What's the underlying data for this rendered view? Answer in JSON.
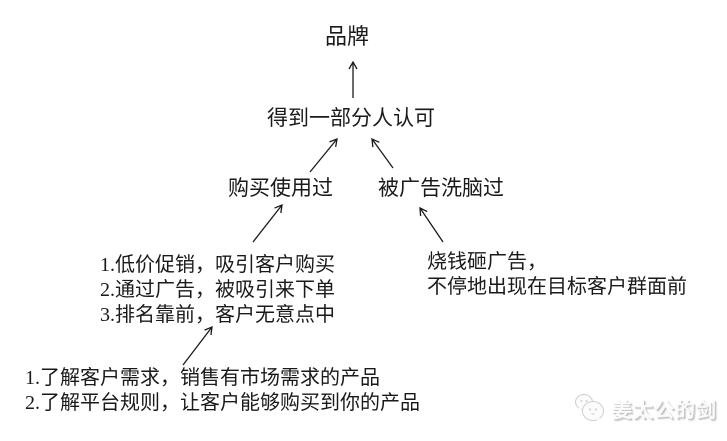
{
  "diagram": {
    "brand_node": "品牌",
    "recognition_node": "得到一部分人认可",
    "purchased_node": "购买使用过",
    "brainwashed_node": "被广告洗脑过",
    "purchase_reasons": [
      "1.低价促销，吸引客户购买",
      "2.通过广告，被吸引来下单",
      "3.排名靠前，客户无意点中"
    ],
    "ad_reasons": [
      "烧钱砸广告，",
      "不停地出现在目标客户群面前"
    ],
    "foundation": [
      "1.了解客户需求，销售有市场需求的产品",
      "2.了解平台规则，让客户能够购买到你的产品"
    ],
    "colors": {
      "text": "#1a1a1a",
      "background": "#ffffff",
      "arrow": "#1a1a1a",
      "watermark": "#d9d9d9"
    }
  },
  "watermark": {
    "label": "姜太公的剑",
    "icon": "chat-bubbles-icon"
  }
}
